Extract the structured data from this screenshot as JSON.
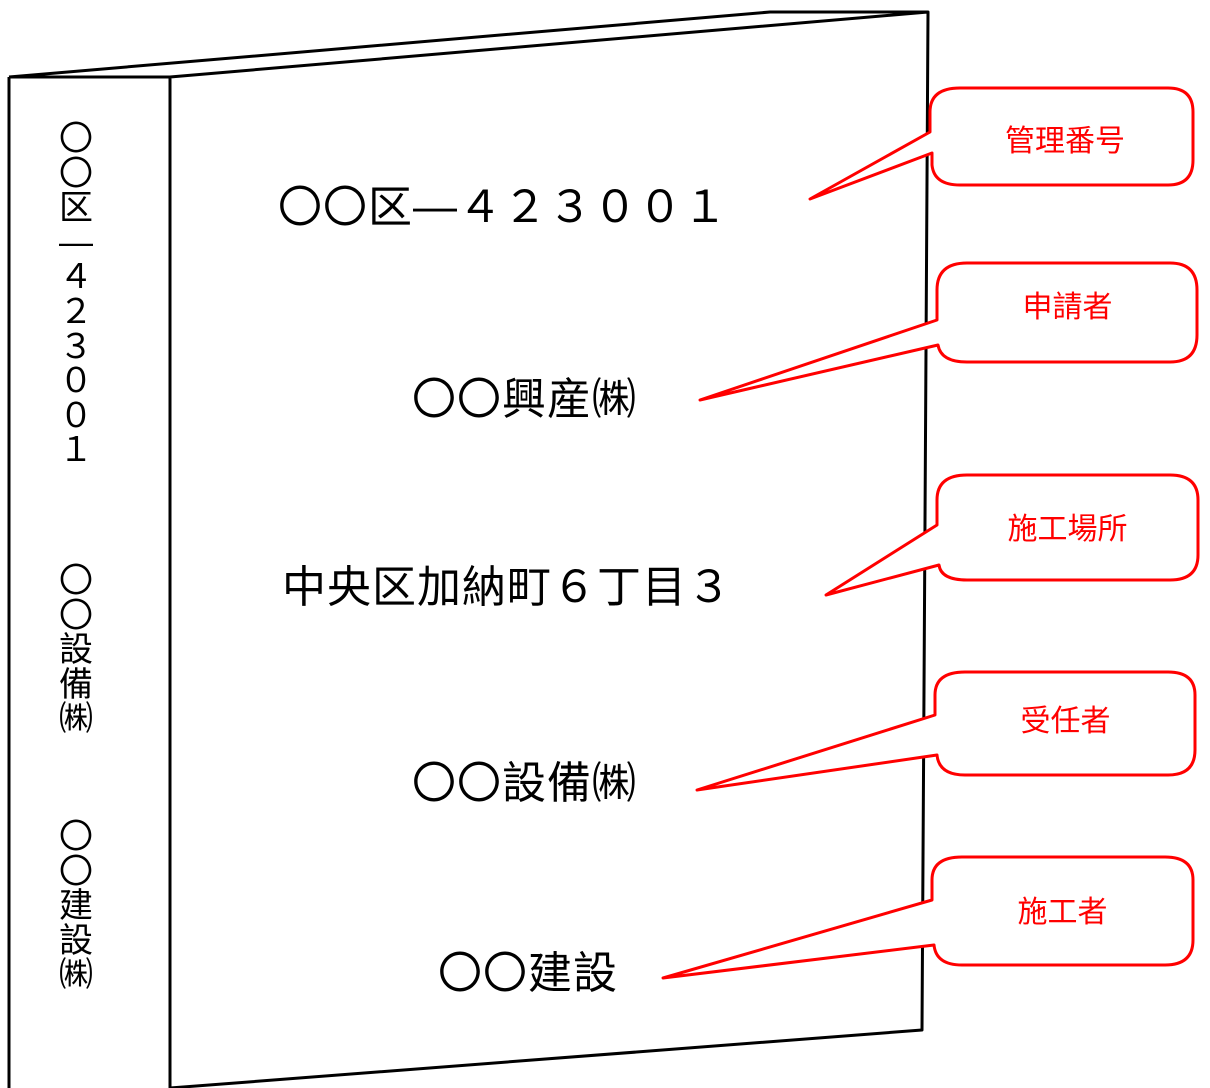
{
  "cover": {
    "management_number": "〇〇区―４２３００１",
    "applicant": "〇〇興産㈱",
    "construction_site": "中央区加納町６丁目３",
    "contractor": "〇〇設備㈱",
    "builder": "〇〇建設"
  },
  "spine": {
    "number_chars": [
      "〇",
      "〇",
      "区",
      "―",
      "４",
      "２",
      "３",
      "０",
      "０",
      "１"
    ],
    "company1_chars": [
      "〇",
      "〇",
      "設",
      "備",
      "㈱"
    ],
    "company2_chars": [
      "〇",
      "〇",
      "建",
      "設",
      "㈱"
    ]
  },
  "callouts": {
    "management_number": "管理番号",
    "applicant": "申請者",
    "construction_site": "施工場所",
    "contractor": "受任者",
    "builder": "施工者"
  },
  "colors": {
    "callout": "#ff0000",
    "outline": "#000000"
  }
}
